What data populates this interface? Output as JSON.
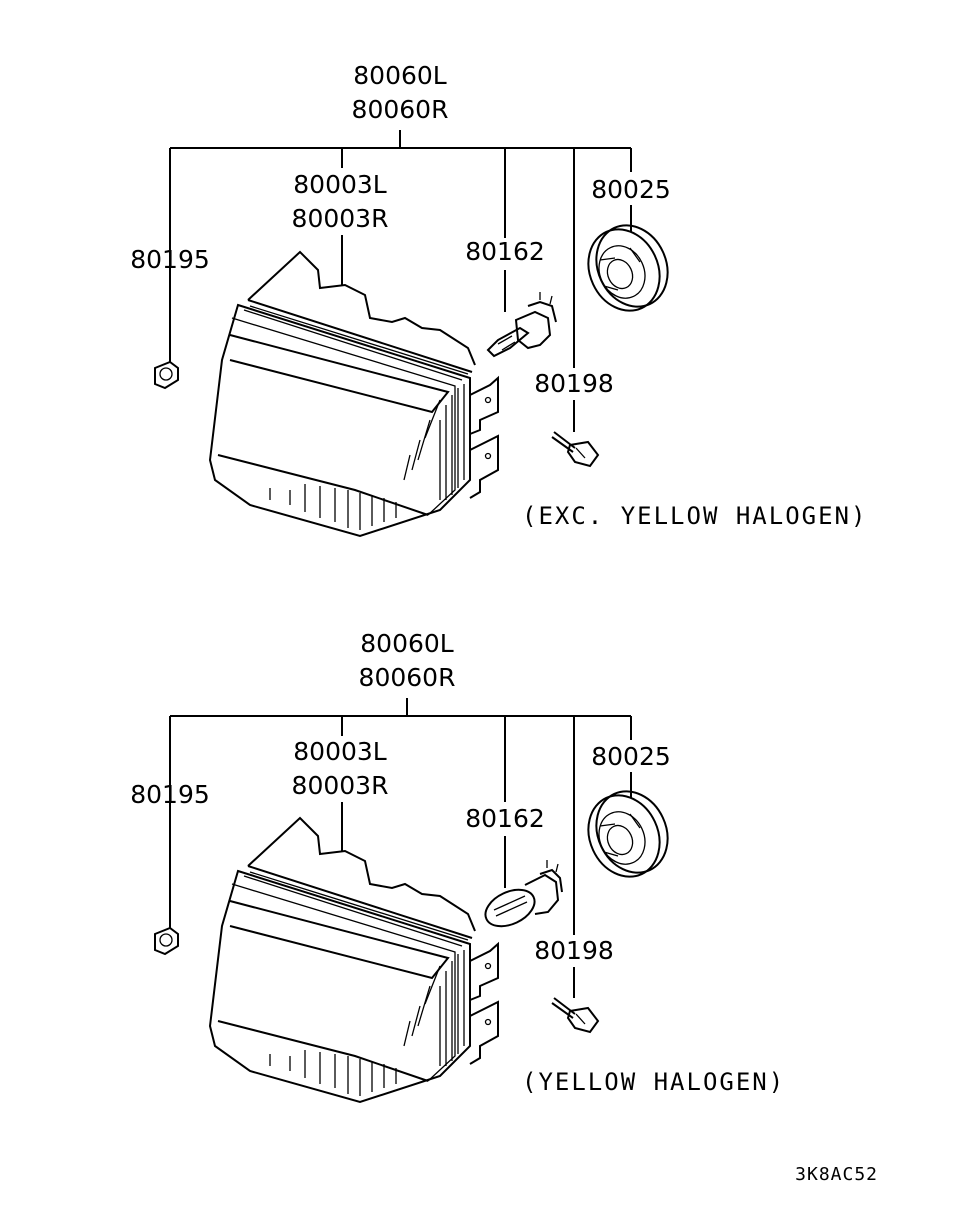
{
  "diagrams": [
    {
      "assembly_left": "80060L",
      "assembly_right": "80060R",
      "housing_left": "80003L",
      "housing_right": "80003R",
      "nut": "80195",
      "bulb": "80162",
      "socket_cover": "80025",
      "bolt": "80198",
      "note": "(EXC. YELLOW HALOGEN)"
    },
    {
      "assembly_left": "80060L",
      "assembly_right": "80060R",
      "housing_left": "80003L",
      "housing_right": "80003R",
      "nut": "80195",
      "bulb": "80162",
      "socket_cover": "80025",
      "bolt": "80198",
      "note": "(YELLOW HALOGEN)"
    }
  ],
  "figure_code": "3K8AC52"
}
